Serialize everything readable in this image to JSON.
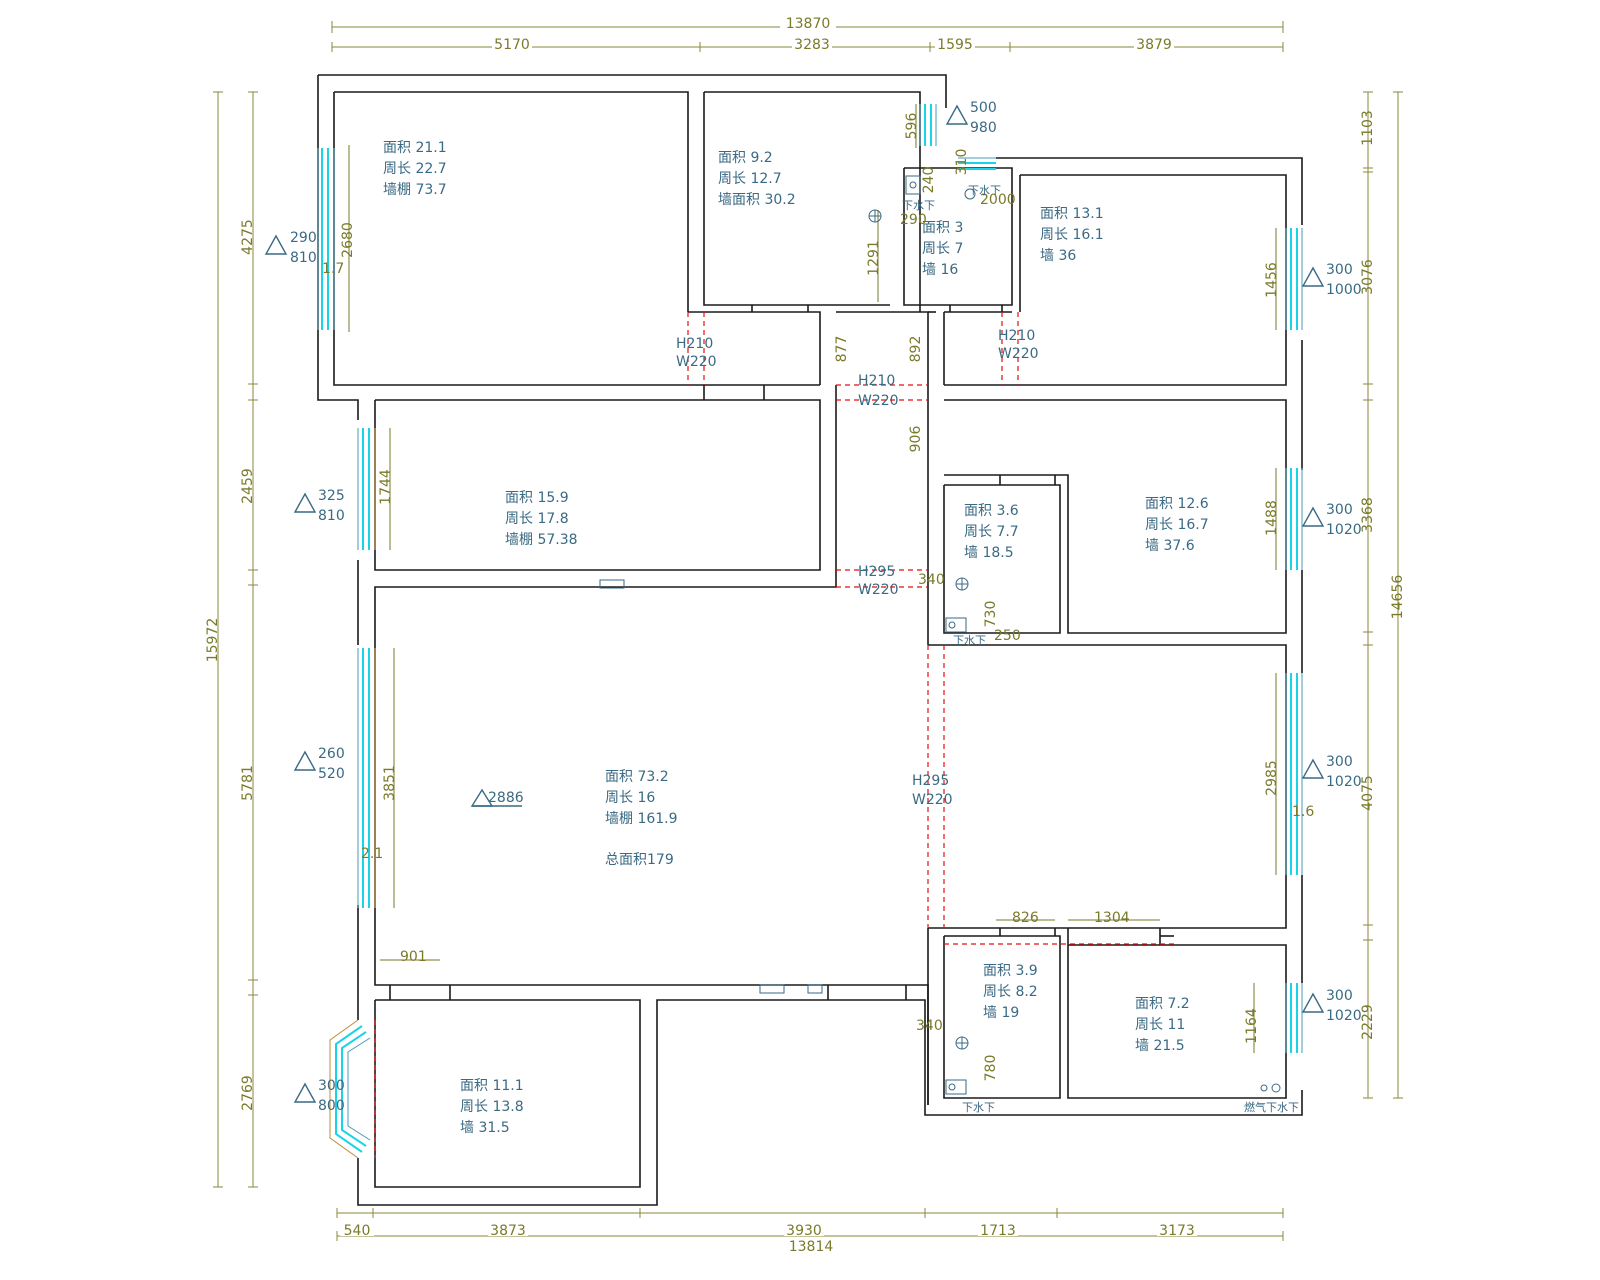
{
  "colors": {
    "wall": "#1a1a1a",
    "dimension": "#8a8a3a",
    "dim_text": "#7a7a2a",
    "room_text": "#3a6a84",
    "note_text": "#3a6a84",
    "window_outer": "#4a9ab4",
    "window_inner": "#19d4e6",
    "red_dash": "#e01010",
    "symbol": "#3a6a84"
  },
  "dimensions": {
    "top_total": "13870",
    "top_segments": [
      "5170",
      "3283",
      "1595",
      "3879"
    ],
    "bottom_total": "13814",
    "bottom_segments": [
      "540",
      "3873",
      "3930",
      "1713",
      "3173"
    ],
    "left_total": "15972",
    "left_segments": [
      "4275",
      "2459",
      "5781",
      "2769"
    ],
    "right_total": "14656",
    "right_segments": [
      "1103",
      "3076",
      "3368",
      "4075",
      "2229"
    ]
  },
  "rooms": [
    {
      "area": "面积 21.1",
      "perimeter": "周长 22.7",
      "wall": "墙棚 73.7"
    },
    {
      "area": "面积 9.2",
      "perimeter": "周长 12.7",
      "wall": "墙面积 30.2"
    },
    {
      "area": "面积 3",
      "perimeter": "周长 7",
      "wall": "墙  16"
    },
    {
      "area": "面积 13.1",
      "perimeter": "周长 16.1",
      "wall": "墙  36"
    },
    {
      "area": "面积 15.9",
      "perimeter": "周长 17.8",
      "wall": "墙棚 57.38"
    },
    {
      "area": "面积 3.6",
      "perimeter": "周长 7.7",
      "wall": "墙  18.5"
    },
    {
      "area": "面积 12.6",
      "perimeter": "周长 16.7",
      "wall": "墙   37.6"
    },
    {
      "area": "面积 73.2",
      "perimeter": "周长 16",
      "wall": "墙棚 161.9",
      "total": "总面积179"
    },
    {
      "area": "面积 3.9",
      "perimeter": "周长 8.2",
      "wall": "墙   19"
    },
    {
      "area": "面积 7.2",
      "perimeter": "周长 11",
      "wall": "墙   21.5"
    },
    {
      "area": "面积 11.1",
      "perimeter": "周长 13.8",
      "wall": "墙  31.5"
    }
  ],
  "windows": [
    {
      "top": "500",
      "bottom": "980"
    },
    {
      "top": "290",
      "bottom": "810"
    },
    {
      "top": "325",
      "bottom": "810"
    },
    {
      "top": "260",
      "bottom": "520"
    },
    {
      "top": "300",
      "bottom": "800"
    },
    {
      "top": "300",
      "bottom": "1000"
    },
    {
      "top": "300",
      "bottom": "1020"
    },
    {
      "top": "300",
      "bottom": "1020"
    },
    {
      "top": "300",
      "bottom": "1020"
    }
  ],
  "window_marks": {
    "living_ceiling": "2886"
  },
  "inner_dims": [
    "596",
    "310",
    "240",
    "290",
    "1291",
    "2680",
    "1.7",
    "877",
    "892",
    "906",
    "1744",
    "1456",
    "1488",
    "3851",
    "2.1",
    "2985",
    "1.6",
    "901",
    "826",
    "1304",
    "340",
    "730",
    "250",
    "340",
    "780",
    "1164",
    "2000"
  ],
  "door_labels": [
    {
      "h": "H210",
      "w": "W220"
    },
    {
      "h": "H210",
      "w": "W220"
    },
    {
      "h": "H210",
      "w": "W220"
    },
    {
      "h": "H295",
      "w": "W220"
    },
    {
      "h": "H295",
      "w": "W220"
    }
  ],
  "fixture_labels": [
    "下水下",
    "下水下",
    "下水下",
    "燃气下水下",
    "下水下"
  ]
}
